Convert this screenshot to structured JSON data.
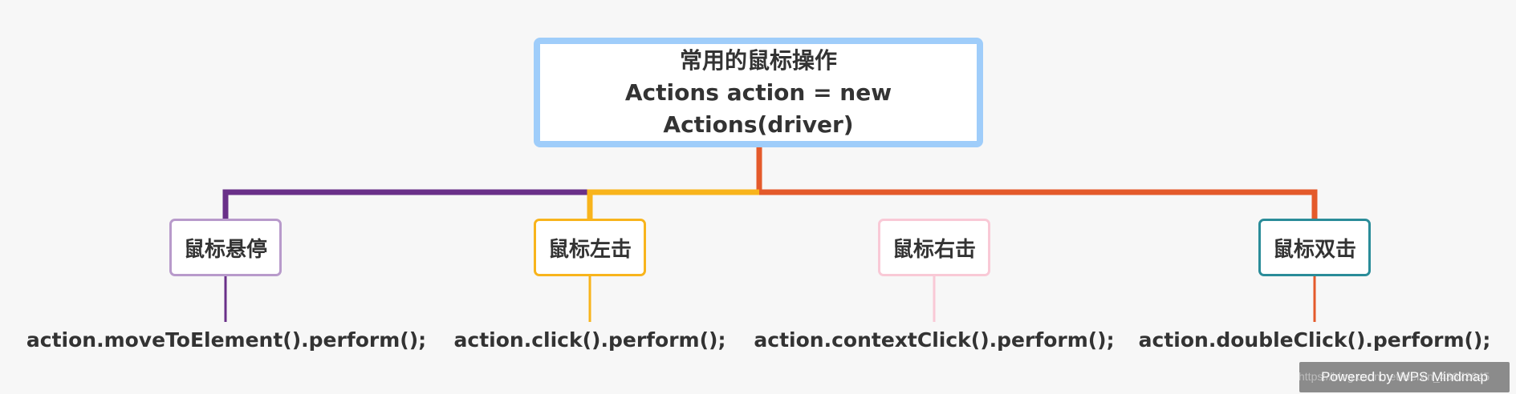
{
  "root": {
    "title": "常用的鼠标操作",
    "subtitle": "Actions action = new Actions(driver)",
    "border_color": "#9fcdfa"
  },
  "branches": [
    {
      "label": "鼠标悬停",
      "code": "action.moveToElement().perform();",
      "color": "#6a3089",
      "border_color": "#b89acb"
    },
    {
      "label": "鼠标左击",
      "code": "action.click().perform();",
      "color": "#f8b41c",
      "border_color": "#f8b41c"
    },
    {
      "label": "鼠标右击",
      "code": "action.contextClick().perform();",
      "color": "#f9c9d6",
      "border_color": "#f9c9d6"
    },
    {
      "label": "鼠标双击",
      "code": "action.doubleClick().perform();",
      "color": "#e45a2b",
      "border_color": "#2a8c99"
    }
  ],
  "trunk_color": "#e45a2b",
  "footer": {
    "watermark": "Powered by WPS Mindmap",
    "url": "https://blog.csdn.net/weixin_43672645"
  }
}
